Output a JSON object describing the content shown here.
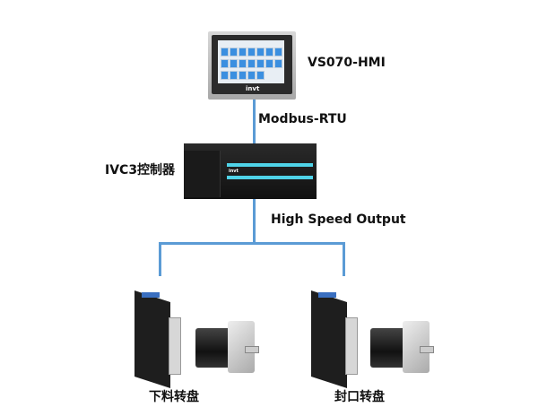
{
  "hmi": {
    "label": "VS070-HMI",
    "brand": "invt"
  },
  "link1": {
    "label": "Modbus-RTU"
  },
  "controller": {
    "label": "IVC3控制器",
    "brand": "invt"
  },
  "link2": {
    "label": "High Speed Output"
  },
  "drives": [
    {
      "label": "下料转盘"
    },
    {
      "label": "封口转盘"
    }
  ],
  "colors": {
    "line": "#5b9bd5"
  }
}
